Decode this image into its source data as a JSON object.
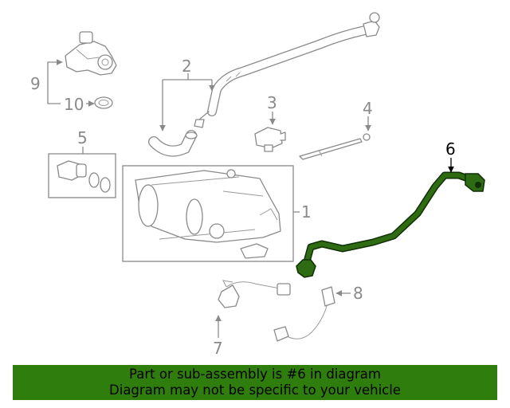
{
  "diagram": {
    "callouts": [
      {
        "id": "1",
        "text": "1"
      },
      {
        "id": "2",
        "text": "2"
      },
      {
        "id": "3",
        "text": "3"
      },
      {
        "id": "4",
        "text": "4"
      },
      {
        "id": "5",
        "text": "5"
      },
      {
        "id": "6",
        "text": "6",
        "highlighted": true
      },
      {
        "id": "7",
        "text": "7"
      },
      {
        "id": "8",
        "text": "8"
      },
      {
        "id": "9",
        "text": "9"
      },
      {
        "id": "10",
        "text": "10"
      }
    ],
    "highlight_color": "#2e6b12",
    "line_color": "#8a8a8a"
  },
  "banner": {
    "line1": "Part or sub-assembly is #6 in diagram",
    "line2": "Diagram may not be specific to your vehicle",
    "background": "#2e7d0d"
  }
}
